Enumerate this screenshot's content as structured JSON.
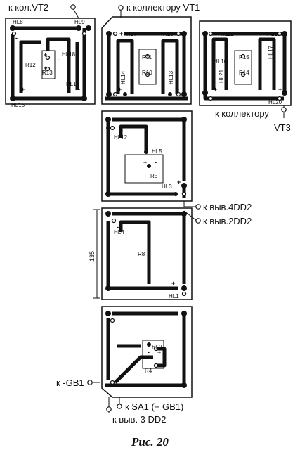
{
  "figure": {
    "caption": "Рис. 20",
    "dimension": "135"
  },
  "connections": {
    "vt2": "к кол.VT2",
    "vt1": "к коллектору VT1",
    "vt3_a": "к коллектору",
    "vt3_b": "VT3",
    "dd2_4": "к выв.4DD2",
    "dd2_2": "к выв.2DD2",
    "gb1": "к -GB1",
    "sa1": "к SA1 (+ GB1)",
    "dd2_3": "к выв. 3 DD2"
  },
  "components": {
    "hl8": "HL8",
    "hl9": "HL9",
    "hl18": "HL18",
    "r12": "R12",
    "r13": "R13",
    "hl19": "HL19",
    "hl15": "HL15",
    "hl7": "HL7",
    "hl6": "HL6",
    "r11": "R11",
    "r10": "R10",
    "hl14": "HL14",
    "hl13": "HL13",
    "hl11": "HL11",
    "hl10": "HL10",
    "hl17": "HL17",
    "hl16": "HL16",
    "r15": "R15",
    "r14": "R14",
    "hl21": "HL21",
    "hl20": "HL20",
    "hl12": "HL12",
    "hl5": "HL5",
    "r5": "R5",
    "hl3": "HL3",
    "hl4": "HL4",
    "r8": "R8",
    "hl1": "HL1",
    "hl2": "HL2",
    "r4": "R4"
  },
  "polarity": {
    "plus": "+",
    "minus": "-"
  }
}
